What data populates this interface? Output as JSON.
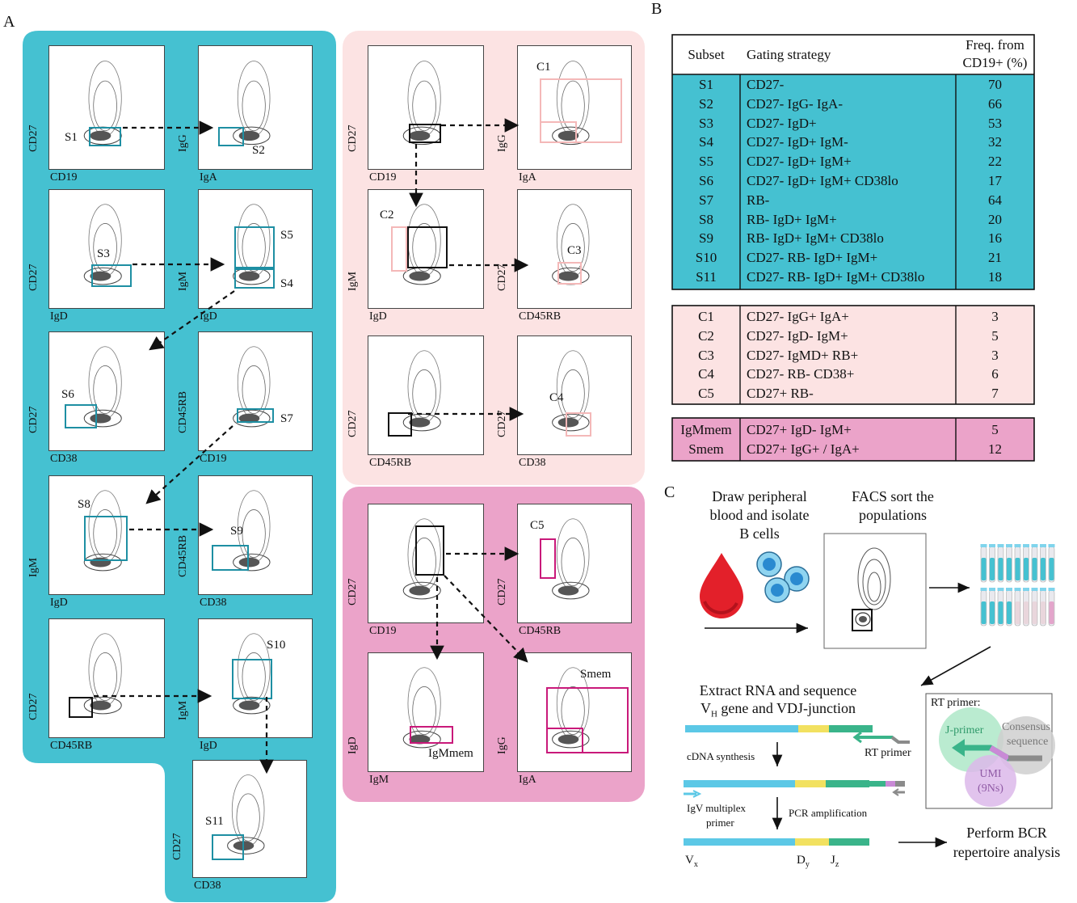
{
  "panel_labels": {
    "a": "A",
    "b": "B",
    "c": "C"
  },
  "plots": [
    {
      "id": "a1",
      "x": "CD19",
      "y": "CD27"
    },
    {
      "id": "a2",
      "x": "IgA",
      "y": "IgG"
    },
    {
      "id": "a3",
      "x": "IgD",
      "y": "CD27"
    },
    {
      "id": "a4",
      "x": "IgD",
      "y": "IgM"
    },
    {
      "id": "a5",
      "x": "CD38",
      "y": "CD27"
    },
    {
      "id": "a6",
      "x": "CD19",
      "y": "CD45RB"
    },
    {
      "id": "a7",
      "x": "IgD",
      "y": "IgM"
    },
    {
      "id": "a8",
      "x": "CD38",
      "y": "CD45RB"
    },
    {
      "id": "a9",
      "x": "CD45RB",
      "y": "CD27"
    },
    {
      "id": "a10",
      "x": "IgD",
      "y": "IgM"
    },
    {
      "id": "a11",
      "x": "CD38",
      "y": "CD27"
    },
    {
      "id": "p1",
      "x": "CD19",
      "y": "CD27"
    },
    {
      "id": "p2",
      "x": "IgA",
      "y": "IgG"
    },
    {
      "id": "p3",
      "x": "IgD",
      "y": "IgM"
    },
    {
      "id": "p4",
      "x": "CD45RB",
      "y": "CD27"
    },
    {
      "id": "p5",
      "x": "CD45RB",
      "y": "CD27"
    },
    {
      "id": "p6",
      "x": "CD38",
      "y": "CD27"
    },
    {
      "id": "m1",
      "x": "CD19",
      "y": "CD27"
    },
    {
      "id": "m2",
      "x": "CD45RB",
      "y": "CD27"
    },
    {
      "id": "m3",
      "x": "IgM",
      "y": "IgD"
    },
    {
      "id": "m4",
      "x": "IgA",
      "y": "IgG"
    }
  ],
  "gate_labels": {
    "S1": "S1",
    "S2": "S2",
    "S3": "S3",
    "S4": "S4",
    "S5": "S5",
    "S6": "S6",
    "S7": "S7",
    "S8": "S8",
    "S9": "S9",
    "S10": "S10",
    "S11": "S11",
    "C1": "C1",
    "C2": "C2",
    "C3": "C3",
    "C4": "C4",
    "C5": "C5",
    "IgMmem": "IgMmem",
    "Smem": "Smem"
  },
  "table": {
    "headers": {
      "subset": "Subset",
      "gating": "Gating strategy",
      "freq_line1": "Freq. from",
      "freq_line2": "CD19+ (%)"
    },
    "rows_teal": [
      {
        "subset": "S1",
        "gating": "CD27-",
        "freq": "70"
      },
      {
        "subset": "S2",
        "gating": "CD27- IgG- IgA-",
        "freq": "66"
      },
      {
        "subset": "S3",
        "gating": "CD27- IgD+",
        "freq": "53"
      },
      {
        "subset": "S4",
        "gating": "CD27- IgD+ IgM-",
        "freq": "32"
      },
      {
        "subset": "S5",
        "gating": "CD27- IgD+ IgM+",
        "freq": "22"
      },
      {
        "subset": "S6",
        "gating": "CD27- IgD+ IgM+ CD38lo",
        "freq": "17"
      },
      {
        "subset": "S7",
        "gating": "RB-",
        "freq": "64"
      },
      {
        "subset": "S8",
        "gating": "RB- IgD+ IgM+",
        "freq": "20"
      },
      {
        "subset": "S9",
        "gating": "RB- IgD+ IgM+ CD38lo",
        "freq": "16"
      },
      {
        "subset": "S10",
        "gating": "CD27- RB- IgD+ IgM+",
        "freq": "21"
      },
      {
        "subset": "S11",
        "gating": "CD27- RB- IgD+ IgM+ CD38lo",
        "freq": "18"
      }
    ],
    "rows_pink": [
      {
        "subset": "C1",
        "gating": "CD27- IgG+ IgA+",
        "freq": "3"
      },
      {
        "subset": "C2",
        "gating": "CD27- IgD- IgM+",
        "freq": "5"
      },
      {
        "subset": "C3",
        "gating": "CD27- IgMD+ RB+",
        "freq": "3"
      },
      {
        "subset": "C4",
        "gating": "CD27- RB- CD38+",
        "freq": "6"
      },
      {
        "subset": "C5",
        "gating": "CD27+ RB-",
        "freq": "7"
      }
    ],
    "rows_magenta": [
      {
        "subset": "IgMmem",
        "gating": "CD27+ IgD- IgM+",
        "freq": "5"
      },
      {
        "subset": "Smem",
        "gating": "CD27+ IgG+ / IgA+",
        "freq": "12"
      }
    ]
  },
  "workflow": {
    "step1_l1": "Draw peripheral",
    "step1_l2": "blood and isolate",
    "step1_l3": "B cells",
    "step2_l1": "FACS sort the",
    "step2_l2": "populations",
    "step3_l1": "Extract RNA and sequence",
    "step3_l2": "V",
    "step3_l2_sub": "H",
    "step3_l2_rest": " gene and VDJ-junction",
    "cdna": "cDNA synthesis",
    "rt_primer": "RT primer",
    "igv_l1": "IgV multiplex",
    "igv_l2": "primer",
    "pcr": "PCR amplification",
    "v": "V",
    "v_sub": "x",
    "d": "D",
    "d_sub": "y",
    "j": "J",
    "j_sub": "z",
    "final_l1": "Perform BCR",
    "final_l2": "repertoire analysis",
    "inset_title": "RT primer:",
    "inset_j": "J-primer",
    "inset_cons_l1": "Consensus",
    "inset_cons_l2": "sequence",
    "inset_umi_l1": "UMI",
    "inset_umi_l2": "(9Ns)"
  },
  "colors": {
    "teal": "#45c1d1",
    "pink": "#fce3e3",
    "magenta": "#eba3c9",
    "gate_teal": "#1e8fa3",
    "gate_pink": "#f4b8b8",
    "gate_magenta": "#c9197a",
    "blue": "#5cc8e6",
    "yellow": "#f2e160",
    "green": "#3ab48a"
  }
}
